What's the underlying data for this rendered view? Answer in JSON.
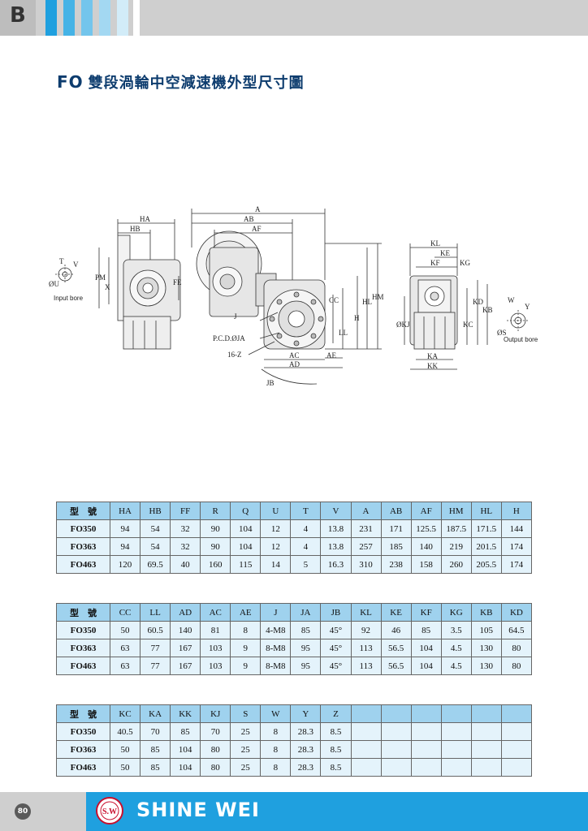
{
  "header": {
    "section_letter": "B"
  },
  "title": {
    "code": "FO",
    "text": "雙段渦輪中空減速機外型尺寸圖"
  },
  "drawing": {
    "labels": {
      "HA": "HA",
      "HB": "HB",
      "T": "T",
      "V": "V",
      "U": "ØU",
      "PM": "PM",
      "X": "X",
      "FE": "FE",
      "input_bore": "Input bore",
      "A": "A",
      "AB": "AB",
      "AF": "AF",
      "J": "J",
      "PCD": "P.C.D.ØJA",
      "Z": "16-Z",
      "JB": "JB",
      "AC": "AC",
      "AD": "AD",
      "AE": "AE",
      "CC": "CC",
      "LL": "LL",
      "H": "H",
      "HL": "HL",
      "HM": "HM",
      "KL": "KL",
      "KE": "KE",
      "KF": "KF",
      "KG": "KG",
      "KJ": "ØKJ",
      "KC": "KC",
      "KD": "KD",
      "KB": "KB",
      "KA": "KA",
      "KK": "KK",
      "W": "W",
      "Y": "Y",
      "S": "ØS",
      "output_bore": "Output bore"
    }
  },
  "tables": [
    {
      "headers": [
        "型　號",
        "HA",
        "HB",
        "FF",
        "R",
        "Q",
        "U",
        "T",
        "V",
        "A",
        "AB",
        "AF",
        "HM",
        "HL",
        "H"
      ],
      "rows": [
        [
          "FO350",
          "94",
          "54",
          "32",
          "90",
          "104",
          "12",
          "4",
          "13.8",
          "231",
          "171",
          "125.5",
          "187.5",
          "171.5",
          "144"
        ],
        [
          "FO363",
          "94",
          "54",
          "32",
          "90",
          "104",
          "12",
          "4",
          "13.8",
          "257",
          "185",
          "140",
          "219",
          "201.5",
          "174"
        ],
        [
          "FO463",
          "120",
          "69.5",
          "40",
          "160",
          "115",
          "14",
          "5",
          "16.3",
          "310",
          "238",
          "158",
          "260",
          "205.5",
          "174"
        ]
      ]
    },
    {
      "headers": [
        "型　號",
        "CC",
        "LL",
        "AD",
        "AC",
        "AE",
        "J",
        "JA",
        "JB",
        "KL",
        "KE",
        "KF",
        "KG",
        "KB",
        "KD"
      ],
      "rows": [
        [
          "FO350",
          "50",
          "60.5",
          "140",
          "81",
          "8",
          "4-M8",
          "85",
          "45°",
          "92",
          "46",
          "85",
          "3.5",
          "105",
          "64.5"
        ],
        [
          "FO363",
          "63",
          "77",
          "167",
          "103",
          "9",
          "8-M8",
          "95",
          "45°",
          "113",
          "56.5",
          "104",
          "4.5",
          "130",
          "80"
        ],
        [
          "FO463",
          "63",
          "77",
          "167",
          "103",
          "9",
          "8-M8",
          "95",
          "45°",
          "113",
          "56.5",
          "104",
          "4.5",
          "130",
          "80"
        ]
      ]
    },
    {
      "headers": [
        "型　號",
        "KC",
        "KA",
        "KK",
        "KJ",
        "S",
        "W",
        "Y",
        "Z",
        "",
        "",
        "",
        "",
        "",
        ""
      ],
      "rows": [
        [
          "FO350",
          "40.5",
          "70",
          "85",
          "70",
          "25",
          "8",
          "28.3",
          "8.5",
          "",
          "",
          "",
          "",
          "",
          ""
        ],
        [
          "FO363",
          "50",
          "85",
          "104",
          "80",
          "25",
          "8",
          "28.3",
          "8.5",
          "",
          "",
          "",
          "",
          "",
          ""
        ],
        [
          "FO463",
          "50",
          "85",
          "104",
          "80",
          "25",
          "8",
          "28.3",
          "8.5",
          "",
          "",
          "",
          "",
          "",
          ""
        ]
      ]
    }
  ],
  "footer": {
    "page_number": "80",
    "brand": "SHINE WEI",
    "seal_text": "S.W"
  },
  "colors": {
    "accent_blue": "#1fa0df",
    "table_header": "#9fd2ee",
    "table_body": "#e4f3fb",
    "title_navy": "#0d3c6e"
  }
}
